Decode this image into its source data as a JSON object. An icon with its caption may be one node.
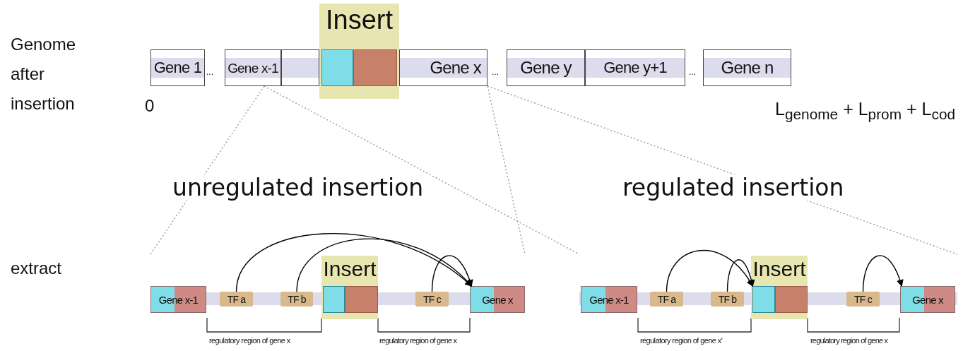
{
  "diagram": {
    "nodes": [
      {
        "text": [
          "Gene 1"
        ]
      },
      {
        "text": [
          "Gene x-1"
        ]
      },
      {
        "text": [],
        "shape": "box"
      },
      {
        "text": [
          "Insert"
        ]
      },
      {
        "text": [
          "Gene x"
        ]
      },
      {
        "text": [
          "Gene y"
        ]
      },
      {
        "text": [
          "Gene y+1"
        ]
      },
      {
        "text": [
          "Gene n"
        ]
      },
      {
        "text": [],
        "shape": "bar"
      },
      {
        "text": [
          "Gene x-1"
        ],
        "in": 8
      },
      {
        "text": [
          "TF a"
        ],
        "in": 8
      },
      {
        "text": [
          "TF b"
        ],
        "in": 8
      },
      {
        "text": [
          "Insert"
        ],
        "in": 8
      },
      {
        "text": [
          "TF c"
        ],
        "in": 8
      },
      {
        "text": [
          "Gene x"
        ],
        "in": 8
      },
      {
        "text": [],
        "shape": "bar"
      },
      {
        "text": [
          "Gene x-1"
        ],
        "in": 15
      },
      {
        "text": [
          "TF a"
        ],
        "in": 15
      },
      {
        "text": [
          "TF b"
        ],
        "in": 15
      },
      {
        "text": [
          "Insert"
        ],
        "in": 15
      },
      {
        "text": [
          "TF c"
        ],
        "in": 15
      },
      {
        "text": [
          "Gene x"
        ],
        "in": 15
      }
    ],
    "edges": [
      {
        "from": 1,
        "to": 8,
        "arrow": "none",
        "style": "dashed",
        "color": "#999999"
      },
      {
        "from": 4,
        "to": 8,
        "arrow": "none",
        "style": "dashed",
        "color": "#999999"
      },
      {
        "from": 1,
        "to": 15,
        "arrow": "none",
        "style": "dashed",
        "color": "#999999"
      },
      {
        "from": 4,
        "to": 15,
        "arrow": "none",
        "style": "dashed",
        "color": "#999999"
      },
      {
        "from": 10,
        "to": 14,
        "arrow": "to"
      },
      {
        "from": 11,
        "to": 14,
        "arrow": "to"
      },
      {
        "from": 13,
        "to": 14,
        "arrow": "to"
      },
      {
        "from": 17,
        "to": 19,
        "arrow": "to"
      },
      {
        "from": 18,
        "to": 19,
        "arrow": "to"
      },
      {
        "from": 20,
        "to": 21,
        "arrow": "to"
      }
    ],
    "labels": [
      "Genome after insertion",
      "...",
      "...",
      "...",
      "0",
      "L$_{genome}$ + L$_{prom}$ + L$_{cod}$",
      "unregulated insertion",
      "regulated insertion",
      "extract",
      "regulatory region of gene x",
      "regulatory region of gene x",
      "regulatory region of gene x'",
      "regulatory region of gene x"
    ]
  }
}
